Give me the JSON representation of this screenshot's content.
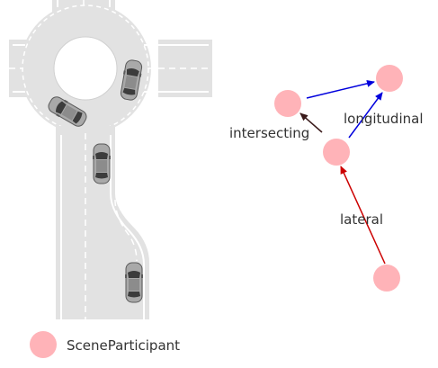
{
  "edges": [
    {
      "id": "longitudinal",
      "label": "longitudinal",
      "color": "#0000dd"
    },
    {
      "id": "intersecting",
      "label": "intersecting",
      "color": "#3a1a1a"
    },
    {
      "id": "lateral",
      "label": "lateral",
      "color": "#cc0000"
    }
  ],
  "legend": {
    "label": "SceneParticipant",
    "node_color": "#ffb3b8"
  },
  "colors": {
    "road": "#e2e2e2",
    "lane_marking": "#ffffff",
    "node": "#ffb3b8",
    "car_body": "#a9a9a9",
    "car_glass": "#3c3c3c"
  },
  "icons": {
    "car": "car-topdown-icon",
    "node": "scene-participant-node"
  }
}
